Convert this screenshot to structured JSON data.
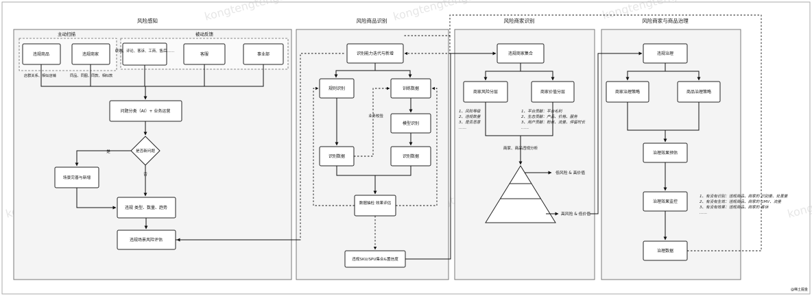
{
  "watermark": "kongtengteng3",
  "corner_mark": "@稀土掘金",
  "columns": {
    "perception": {
      "title": "风险感知",
      "active_scan": {
        "title": "主动扫描",
        "nodes": [
          "违规商品",
          "违规商家"
        ],
        "notes": [
          "店群关系、相似店铺",
          "同品、同图、同款、相似款"
        ]
      },
      "passive_feedback": {
        "title": "被动反馈",
        "nodes": [
          "终端、评论、客诉、工商、售后……",
          "客服",
          "事业部"
        ]
      },
      "flow": {
        "classify": "问题分类（AI）+ 业务运营",
        "decision": "是否新问题",
        "yes": "是",
        "no": "否",
        "scene": "场景完善与新增",
        "stats": "违规 类型、数量、趋势",
        "assess": "违规场景风险评估"
      }
    },
    "product_identify": {
      "title": "风险商品识别",
      "nodes": {
        "iterate": "识别能力迭代与新增",
        "rule": "规则识别",
        "train": "训练数据",
        "model": "模型识别",
        "rule_data": "识别数据",
        "model_data": "识别数据",
        "verify": "数据抽检 效果评估",
        "output": "违规SKU/SPU集合&置信度"
      },
      "business_check": "业务校验"
    },
    "merchant_identify": {
      "title": "风险商家识别",
      "nodes": {
        "set": "违规商家集合",
        "risk_tier": "商家风险分层",
        "value_tier": "商家价值分层"
      },
      "risk_notes": [
        "1、风险等级",
        "2、违规数量",
        "3、是否恶意",
        "……"
      ],
      "value_notes": [
        "1、平台贡献：平台毛利",
        "2、生态贡献：产品、价格、服务",
        "3、用户贡献：粉丝、流量、停留时长",
        "……"
      ],
      "analysis": "商家、商品违规分析",
      "pyramid_labels": [
        "低风险 & 高价值",
        "高风险 & 低价值"
      ]
    },
    "governance": {
      "title": "风险商家与商品治理",
      "nodes": {
        "gov": "违规治理",
        "merchant_policy": "商家治理策略",
        "product_policy": "商品治理策略",
        "estimate": "治理效果预估",
        "monitor": "治理效果监控",
        "data": "治理数据"
      },
      "notes": [
        "1、有没有识别：违规商品、商家的 识别量、处置量",
        "2、有没有生效：违规商品、商家的 GMV、流量",
        "3、有没有效果：违规商品、商家的 客诉",
        "……"
      ]
    }
  }
}
